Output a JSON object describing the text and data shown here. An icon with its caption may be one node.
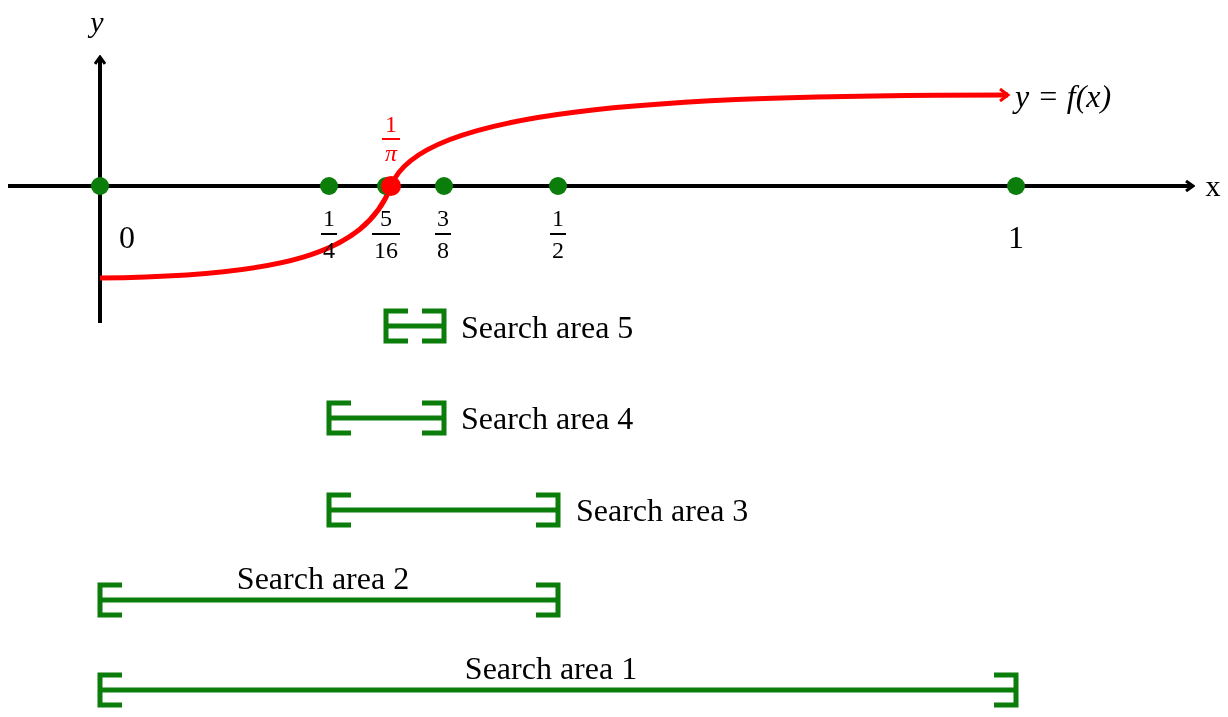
{
  "diagram": {
    "labels": [
      "y",
      "x",
      "y = f(x)",
      "1",
      "π",
      "0",
      "1",
      "4",
      "5",
      "16",
      "3",
      "8",
      "1",
      "2",
      "1",
      "Search area 5",
      "Search area 4",
      "Search area 3",
      "Search area 2",
      "Search area 1"
    ]
  }
}
